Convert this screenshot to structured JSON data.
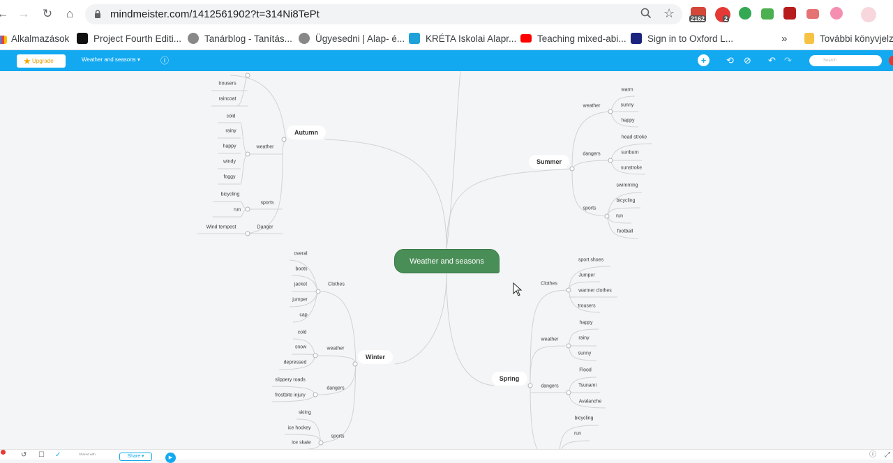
{
  "browser": {
    "url": "mindmeister.com/1412561902?t=314Ni8TePt",
    "badges": [
      "2162",
      "2"
    ],
    "bookmarks": [
      "Alkalmazások",
      "Project Fourth Editi...",
      "Tanárblog - Tanítás...",
      "Ügyesedni | Alap- é...",
      "KRÉTA Iskolai Alapr...",
      "Teaching mixed-abi...",
      "Sign in to Oxford L..."
    ],
    "bookmarks_more": "»",
    "other_bookmarks": "További könyvjelzők",
    "icons": [
      "back-icon",
      "forward-icon",
      "reload-icon",
      "home-icon",
      "lock-icon",
      "zoom-icon",
      "star-icon"
    ]
  },
  "app": {
    "upgrade_label": "Upgrade",
    "map_title": "Weather and seasons",
    "search_placeholder": "Search",
    "accent": "#12a9f1"
  },
  "mindmap": {
    "root": "Weather and seasons",
    "root_color": "#4a8e57",
    "autumn": {
      "label": "Autumn",
      "clothes_items": [
        "trousers",
        "raincoat"
      ],
      "weather_label": "weather",
      "weather_items": [
        "cold",
        "rainy",
        "happy",
        "windy",
        "foggy"
      ],
      "sports_label": "sports",
      "sports_items": [
        "bicycling",
        "run"
      ],
      "danger_label": "Danger",
      "danger_items": [
        "Wind tempest"
      ]
    },
    "summer": {
      "label": "Summer",
      "weather_label": "weather",
      "weather_items": [
        "warm",
        "sunny",
        "happy"
      ],
      "dangers_label": "dangers",
      "dangers_items": [
        "head stroke",
        "sunburn",
        "sunstroke"
      ],
      "sports_label": "sports",
      "sports_items": [
        "swimming",
        "bicycling",
        "run",
        "football"
      ]
    },
    "winter": {
      "label": "Winter",
      "clothes_label": "Clothes",
      "clothes_items": [
        "overal",
        "boots",
        "jacket",
        "jumper",
        "cap"
      ],
      "weather_label": "weather",
      "weather_items": [
        "cold",
        "snow",
        "depressed"
      ],
      "dangers_label": "dangers",
      "dangers_items": [
        "slippery roads",
        "frostbite injury"
      ],
      "sports_label": "sports",
      "sports_items": [
        "skiing",
        "ice hockey",
        "ice skate"
      ]
    },
    "spring": {
      "label": "Spring",
      "clothes_label": "Clothes",
      "clothes_items": [
        "sport shoes",
        "Jumper",
        "warmer clothes",
        "trousers"
      ],
      "weather_label": "weather",
      "weather_items": [
        "happy",
        "rainy",
        "sunny"
      ],
      "dangers_label": "dangers",
      "dangers_items": [
        "Flood",
        "Tsunami",
        "Avalanche"
      ],
      "sports_items": [
        "bicycling",
        "run"
      ]
    }
  },
  "bottom": {
    "shared_label": "Shared with",
    "share_label": "Share"
  }
}
